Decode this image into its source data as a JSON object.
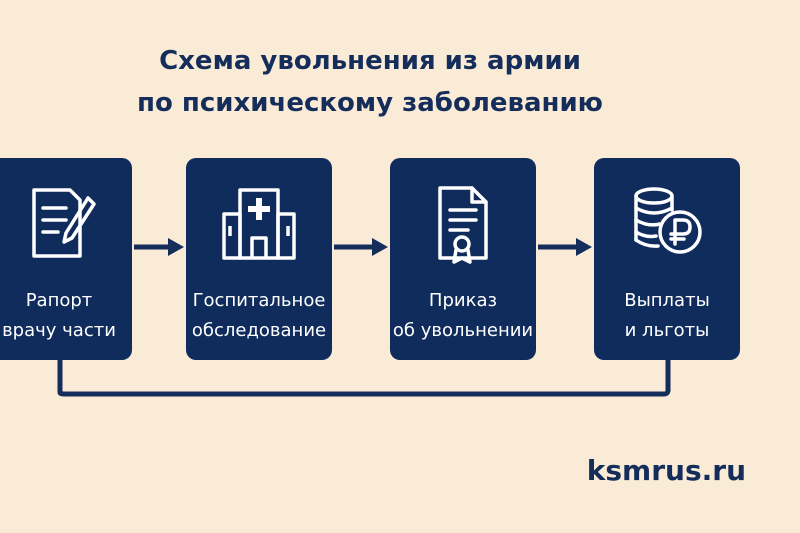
{
  "title": {
    "line1": "Схема увольнения из армии",
    "line2": "по психическому заболеванию"
  },
  "steps": [
    {
      "icon": "report-pen-icon",
      "line1": "Рапорт",
      "line2": "врачу части"
    },
    {
      "icon": "hospital-icon",
      "line1": "Госпитальное",
      "line2": "обследование"
    },
    {
      "icon": "certificate-document-icon",
      "line1": "Приказ",
      "line2": "об увольнении"
    },
    {
      "icon": "coins-ruble-icon",
      "line1": "Выплаты",
      "line2": "и льготы"
    }
  ],
  "footer": {
    "site": "ksmrus.ru"
  },
  "colors": {
    "background": "#f9ebd6",
    "box": "#0f2c5c",
    "text": "#152d5a",
    "icon": "#ffffff"
  }
}
